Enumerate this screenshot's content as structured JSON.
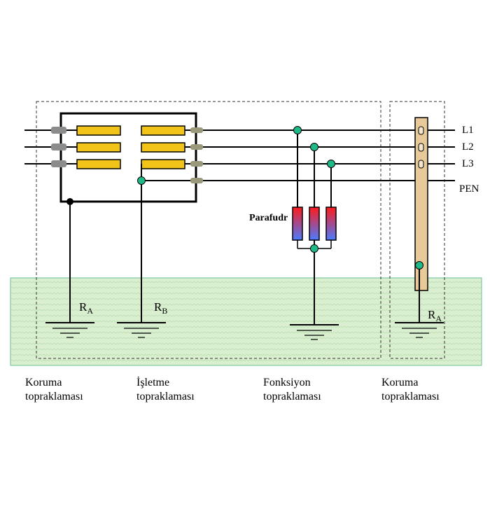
{
  "lines": {
    "l1": "L1",
    "l2": "L2",
    "l3": "L3",
    "pen": "PEN"
  },
  "resistors": {
    "ra_left_main": "R",
    "ra_left_sub": "A",
    "rb_main": "R",
    "rb_sub": "B",
    "ra_right_main": "R",
    "ra_right_sub": "A"
  },
  "arrester_label": "Parafudr",
  "captions": [
    {
      "line1": "Koruma",
      "line2": "topraklaması"
    },
    {
      "line1": "İşletme",
      "line2": "topraklaması"
    },
    {
      "line1": "Fonksiyon",
      "line2": "topraklaması"
    },
    {
      "line1": "Koruma",
      "line2": "topraklaması"
    }
  ],
  "colors": {
    "earth_fill": "#d9efcf",
    "earth_border": "#7fc7a0",
    "fuse_fill": "#f2c318",
    "node_fill": "#1fb888",
    "rod_fill": "#e8c99a"
  }
}
